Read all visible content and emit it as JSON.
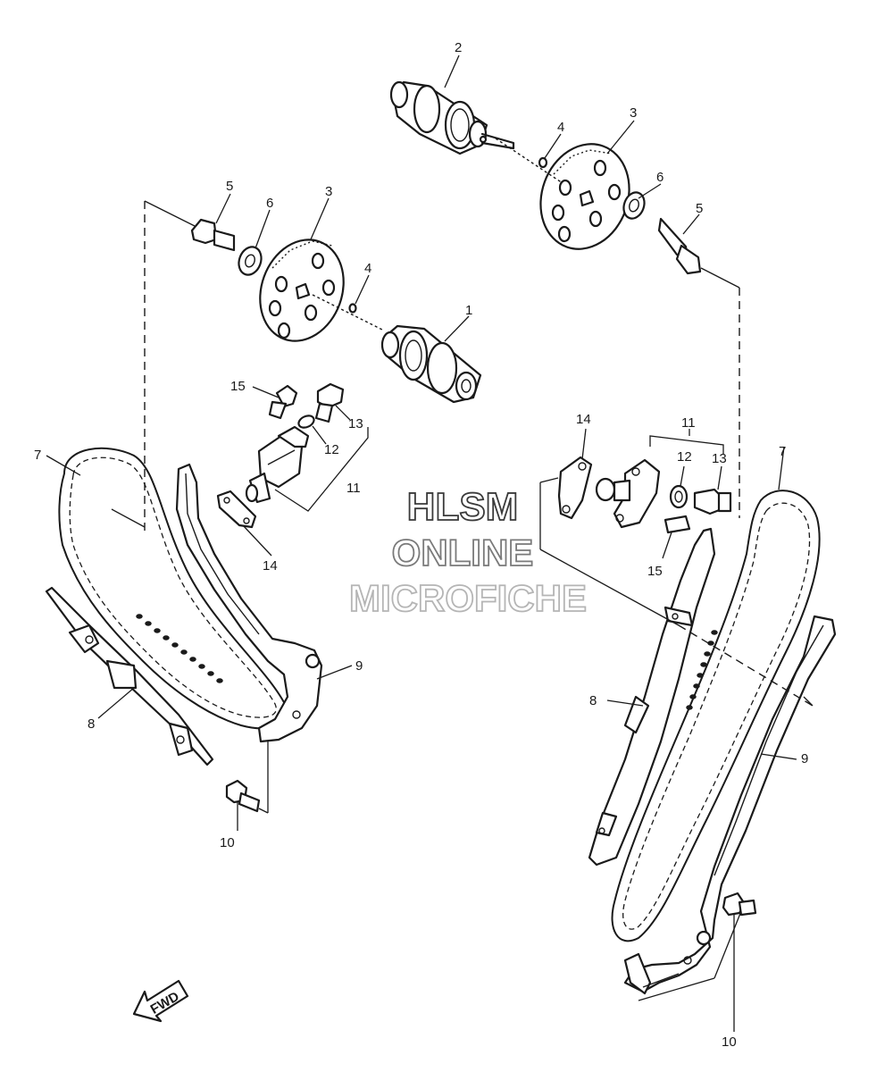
{
  "watermark": {
    "line1": "HLSM",
    "line2": "ONLINE",
    "line3": "MICROFICHE",
    "colors": {
      "line1": "#3a3a3a",
      "line2": "#7a7a7a",
      "line3": "#b5b5b5"
    }
  },
  "fwd_label": "FWD",
  "callouts": {
    "c1": "1",
    "c2": "2",
    "c3a": "3",
    "c3b": "3",
    "c4a": "4",
    "c4b": "4",
    "c5a": "5",
    "c5b": "5",
    "c6a": "6",
    "c6b": "6",
    "c7a": "7",
    "c7b": "7",
    "c8a": "8",
    "c8b": "8",
    "c9a": "9",
    "c9b": "9",
    "c10a": "10",
    "c10b": "10",
    "c11a": "11",
    "c11b": "11",
    "c12a": "12",
    "c12b": "12",
    "c13a": "13",
    "c13b": "13",
    "c14a": "14",
    "c14b": "14",
    "c15a": "15",
    "c15b": "15"
  }
}
